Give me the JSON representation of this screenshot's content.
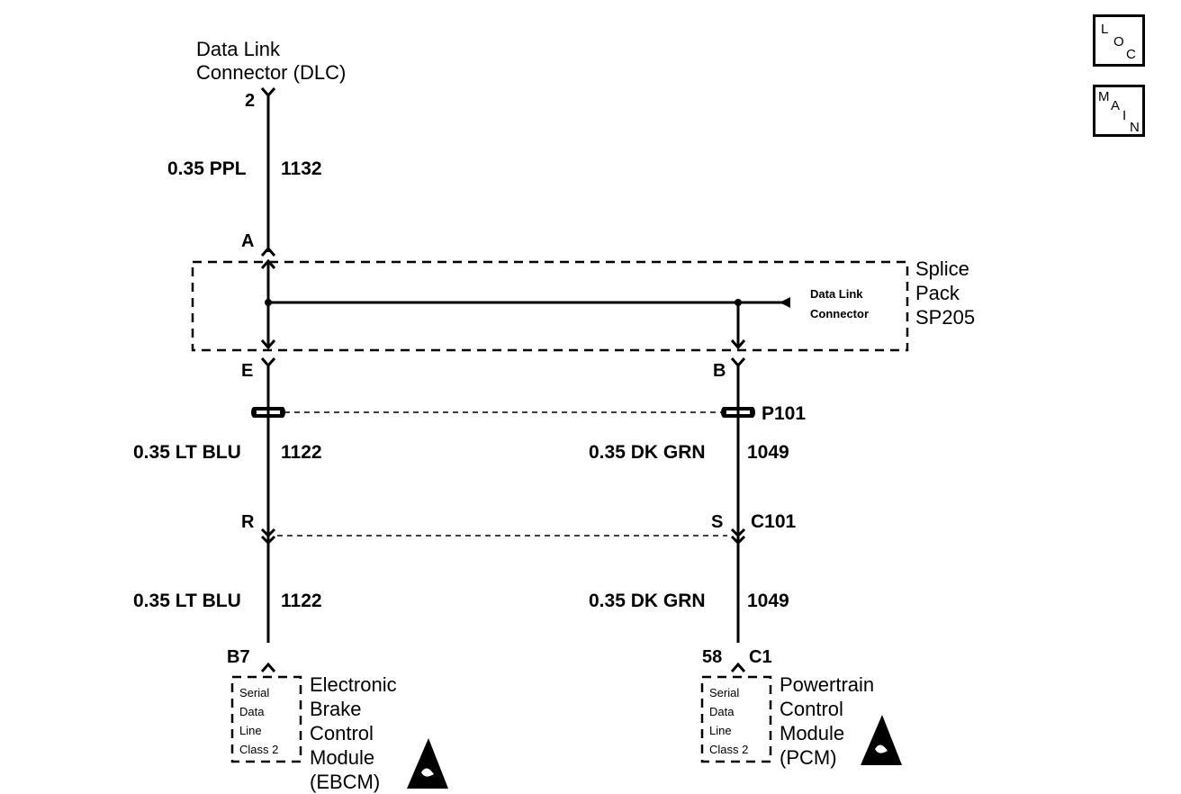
{
  "nav": {
    "loc": {
      "l1": "L",
      "l2": "O",
      "l3": "C"
    },
    "main": {
      "l1": "M",
      "l2": "A",
      "l3": "I",
      "l4": "N"
    }
  },
  "dlc": {
    "name_line1": "Data Link",
    "name_line2": "Connector (DLC)",
    "pin": "2"
  },
  "wire_1132": {
    "gauge_color": "0.35 PPL",
    "circuit": "1132"
  },
  "splice_pack": {
    "pin_in": "A",
    "pin_left": "E",
    "pin_right": "B",
    "name_line1": "Splice",
    "name_line2": "Pack",
    "name_line3": "SP205",
    "dlc_line1": "Data Link",
    "dlc_line2": "Connector"
  },
  "p101": {
    "label": "P101"
  },
  "wire_left_upper": {
    "gauge_color": "0.35 LT BLU",
    "circuit": "1122"
  },
  "wire_right_upper": {
    "gauge_color": "0.35 DK GRN",
    "circuit": "1049"
  },
  "c101": {
    "pin_left": "R",
    "pin_right": "S",
    "label": "C101"
  },
  "wire_left_lower": {
    "gauge_color": "0.35 LT BLU",
    "circuit": "1122"
  },
  "wire_right_lower": {
    "gauge_color": "0.35 DK GRN",
    "circuit": "1049"
  },
  "ebcm": {
    "pin": "B7",
    "inner": [
      "Serial",
      "Data",
      "Line",
      "Class 2"
    ],
    "name": [
      "Electronic",
      "Brake",
      "Control",
      "Module",
      "(EBCM)"
    ]
  },
  "pcm": {
    "pin": "58",
    "connector": "C1",
    "inner": [
      "Serial",
      "Data",
      "Line",
      "Class 2"
    ],
    "name": [
      "Powertrain",
      "Control",
      "Module",
      "(PCM)"
    ]
  }
}
